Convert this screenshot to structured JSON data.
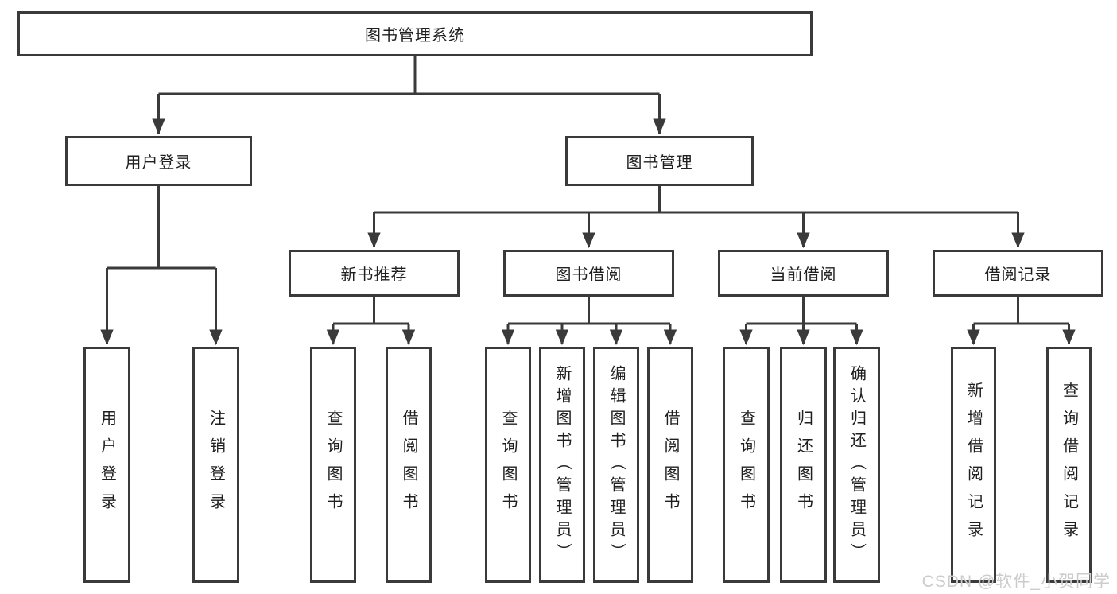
{
  "diagram": {
    "title": "图书管理系统",
    "level2": {
      "user": "用户登录",
      "book": "图书管理"
    },
    "level3": {
      "recommend": "新书推荐",
      "borrow": "图书借阅",
      "current": "当前借阅",
      "records": "借阅记录"
    },
    "leaves": {
      "user": [
        "用户登录",
        "注销登录"
      ],
      "recommend": [
        "查询图书",
        "借阅图书"
      ],
      "borrow": [
        "查询图书",
        "新增图书（管理员）",
        "编辑图书（管理员）",
        "借阅图书"
      ],
      "current": [
        "查询图书",
        "归还图书",
        "确认归还（管理员）"
      ],
      "records": [
        "新增借阅记录",
        "查询借阅记录"
      ]
    },
    "watermark": "CSDN @软件_小贺同学",
    "colors": {
      "line": "#3a3a3a",
      "box_border": "#3a3a3a",
      "text": "#1f1f1f",
      "background": "#ffffff",
      "watermark_text": "#cccccc"
    }
  }
}
